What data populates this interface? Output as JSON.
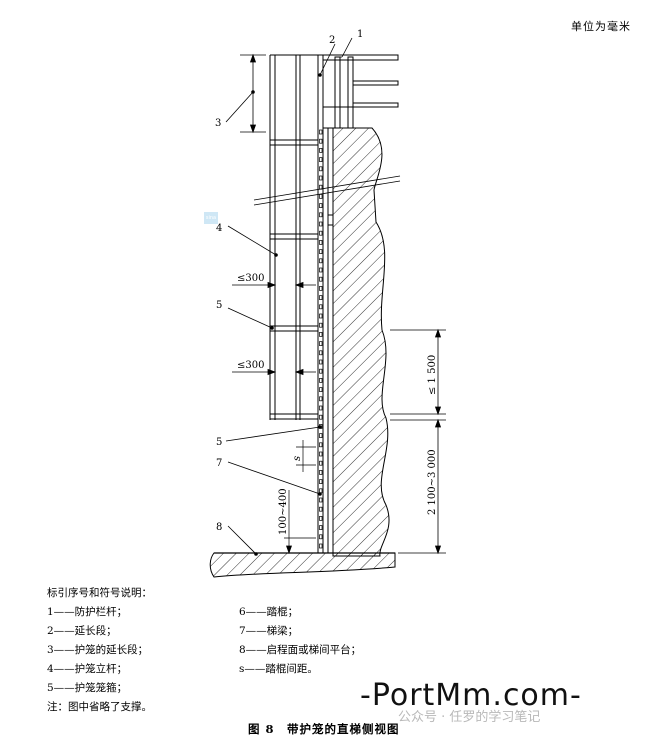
{
  "unit_note": "单位为毫米",
  "callouts": {
    "c1": "1",
    "c2": "2",
    "c3": "3",
    "c4": "4",
    "c5a": "5",
    "c5b": "5",
    "c7": "7",
    "c8": "8"
  },
  "dimensions": {
    "spacing_300_a": "≤300",
    "spacing_300_b": "≤300",
    "max_1500": "≤ 1 500",
    "range_2100_3000": "2 100~3 000",
    "range_100_400": "100~400",
    "s": "s"
  },
  "legend": {
    "heading": "标引序号和符号说明：",
    "items_left": [
      "1——防护栏杆；",
      "2——延长段；",
      "3——护笼的延长段；",
      "4——护笼立杆；",
      "5——护笼笼箍；",
      "注：图中省略了支撑。"
    ],
    "items_right": [
      "6——踏棍；",
      "7——梯梁；",
      "8——启程面或梯间平台；",
      "s——踏棍间距。"
    ]
  },
  "caption": "图 8　带护笼的直梯侧视图",
  "watermark": {
    "site": "-PortMm.com-",
    "account": "公众号 · 任罗的学习笔记",
    "badge": "sina"
  }
}
